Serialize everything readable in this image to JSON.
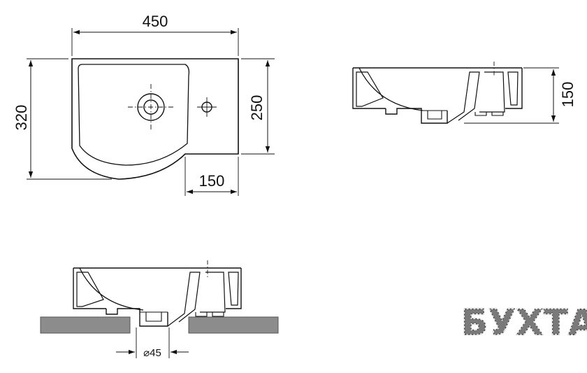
{
  "dimensions": {
    "width": "450",
    "depth_overall": "320",
    "depth_bowl": "250",
    "ledge": "150",
    "height": "150",
    "drain": "⌀45"
  },
  "brand": {
    "logo_text": "БУХТА"
  }
}
